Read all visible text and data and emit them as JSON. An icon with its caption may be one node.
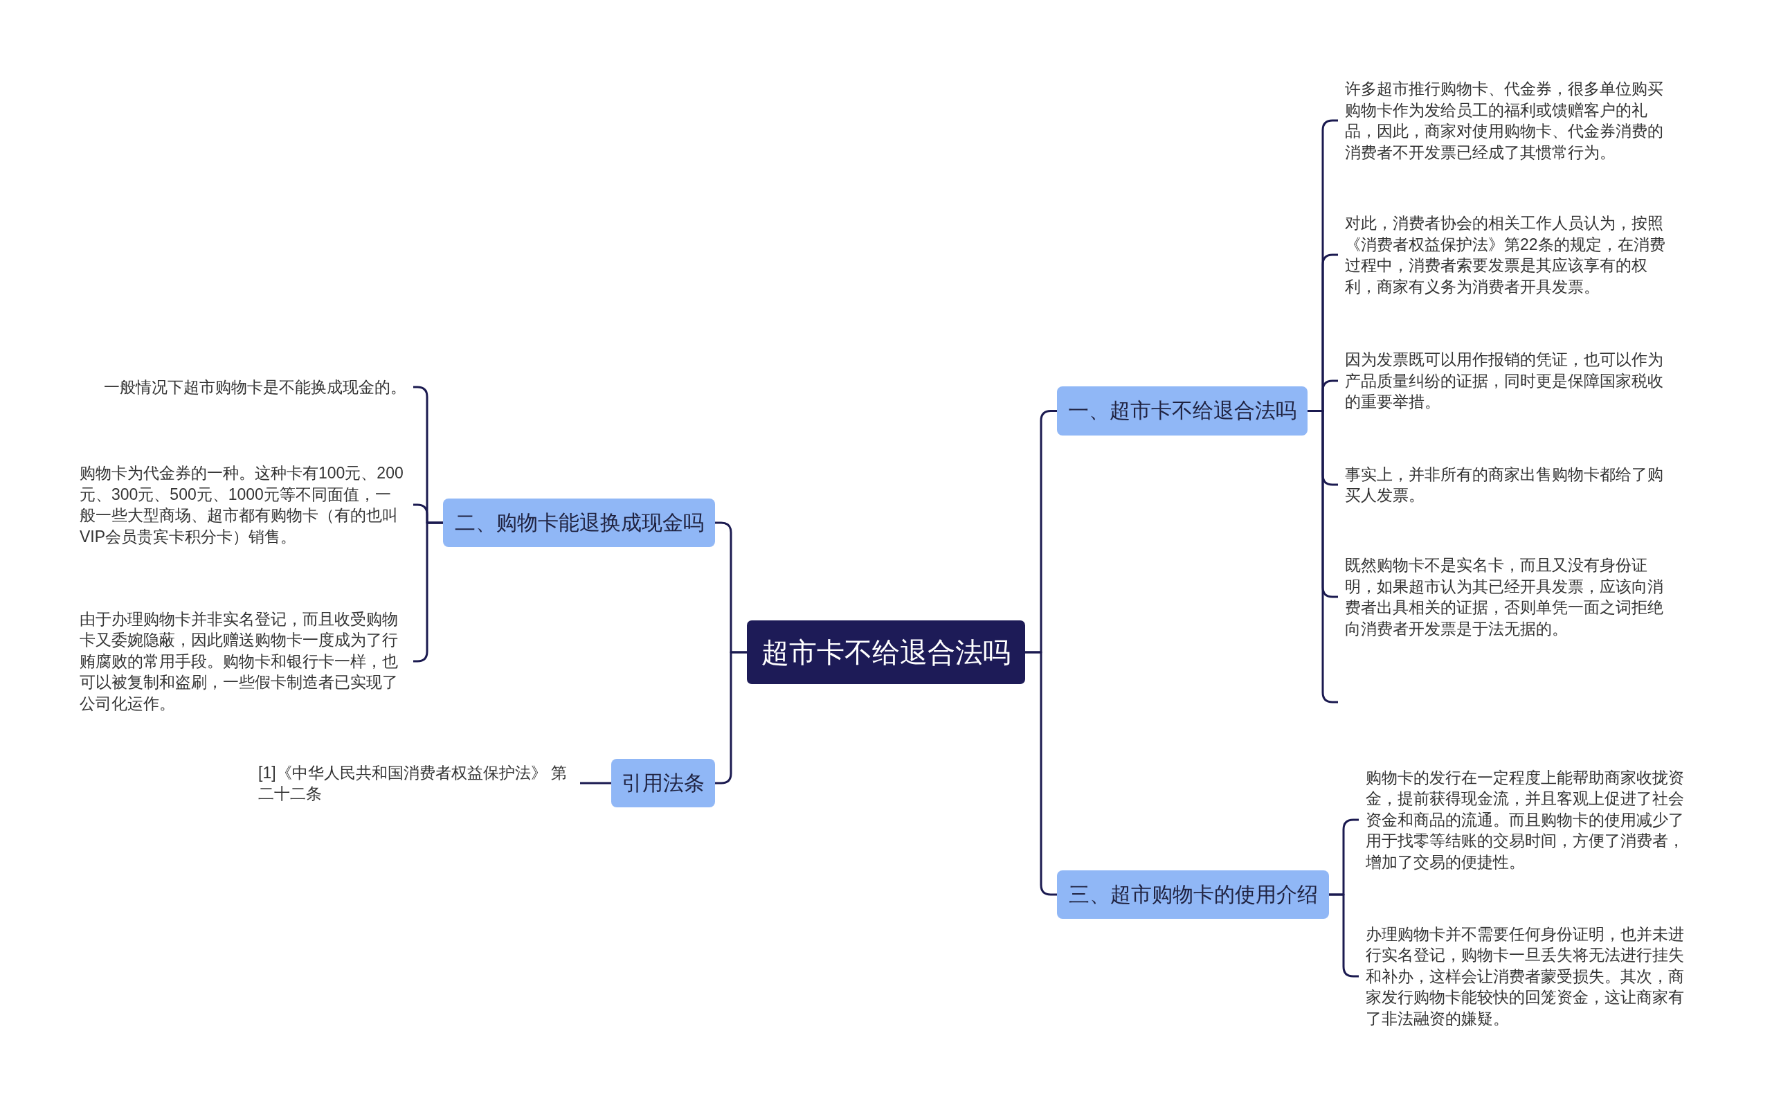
{
  "diagram": {
    "nodes": [
      {
        "text": [
          "超市卡不给退合法吗"
        ]
      },
      {
        "text": [
          "一、超市卡不给退合法吗"
        ]
      },
      {
        "text": [
          "许多超市推行购物卡、代金券，很多单位购买购物卡作为发给员工的福利或馈赠客户的礼品，因此，商家对使用购物卡、代金券消费的消费者不开发票已经成了其惯常行为。"
        ]
      },
      {
        "text": [
          "对此，消费者协会的相关工作人员认为，按照《消费者权益保护法》第22条的规定，在消费过程中，消费者索要发票是其应该享有的权利，商家有义务为消费者开具发票。"
        ]
      },
      {
        "text": [
          "因为发票既可以用作报销的凭证，也可以作为产品质量纠纷的证据，同时更是保障国家税收的重要举措。"
        ]
      },
      {
        "text": [
          "事实上，并非所有的商家出售购物卡都给了购买人发票。"
        ]
      },
      {
        "text": [
          "既然购物卡不是实名卡，而且又没有身份证明，如果超市认为其已经开具发票，应该向消费者出具相关的证据，否则单凭一面之词拒绝向消费者开发票是于法无据的。"
        ]
      },
      {
        "text": [
          "二、购物卡能退换成现金吗"
        ]
      },
      {
        "text": [
          "一般情况下超市购物卡是不能换成现金的。"
        ]
      },
      {
        "text": [
          "购物卡为代金券的一种。这种卡有100元、200元、300元、500元、1000元等不同面值，一般一些大型商场、超市都有购物卡（有的也叫VIP会员贵宾卡积分卡）销售。"
        ]
      },
      {
        "text": [
          "由于办理购物卡并非实名登记，而且收受购物卡又委婉隐蔽，因此赠送购物卡一度成为了行贿腐败的常用手段。购物卡和银行卡一样，也可以被复制和盗刷，一些假卡制造者已实现了公司化运作。"
        ]
      },
      {
        "text": [
          "三、超市购物卡的使用介绍"
        ]
      },
      {
        "text": [
          "购物卡的发行在一定程度上能帮助商家收拢资金，提前获得现金流，并且客观上促进了社会资金和商品的流通。而且购物卡的使用减少了用于找零等结账的交易时间，方便了消费者，增加了交易的便捷性。"
        ]
      },
      {
        "text": [
          "办理购物卡并不需要任何身份证明，也并未进行实名登记，购物卡一旦丢失将无法进行挂失和补办，这样会让消费者蒙受损失。其次，商家发行购物卡能较快的回笼资金，这让商家有了非法融资的嫌疑。"
        ]
      },
      {
        "text": [
          "引用法条"
        ]
      },
      {
        "text": [
          "[1]《中华人民共和国消费者权益保护法》 第二十二条"
        ]
      }
    ],
    "edges": [
      {
        "from": 0,
        "to": 1,
        "arrow": "none"
      },
      {
        "from": 0,
        "to": 7,
        "arrow": "none"
      },
      {
        "from": 0,
        "to": 11,
        "arrow": "none"
      },
      {
        "from": 0,
        "to": 14,
        "arrow": "none"
      },
      {
        "from": 1,
        "to": 2,
        "arrow": "none"
      },
      {
        "from": 1,
        "to": 3,
        "arrow": "none"
      },
      {
        "from": 1,
        "to": 4,
        "arrow": "none"
      },
      {
        "from": 1,
        "to": 5,
        "arrow": "none"
      },
      {
        "from": 1,
        "to": 6,
        "arrow": "none"
      },
      {
        "from": 1,
        "to": null,
        "arrow": "none"
      },
      {
        "from": 7,
        "to": 8,
        "arrow": "none"
      },
      {
        "from": 7,
        "to": 9,
        "arrow": "none"
      },
      {
        "from": 7,
        "to": 10,
        "arrow": "none"
      },
      {
        "from": 11,
        "to": 12,
        "arrow": "none"
      },
      {
        "from": 11,
        "to": 13,
        "arrow": "none"
      },
      {
        "from": 14,
        "to": 15,
        "arrow": "none"
      }
    ]
  }
}
